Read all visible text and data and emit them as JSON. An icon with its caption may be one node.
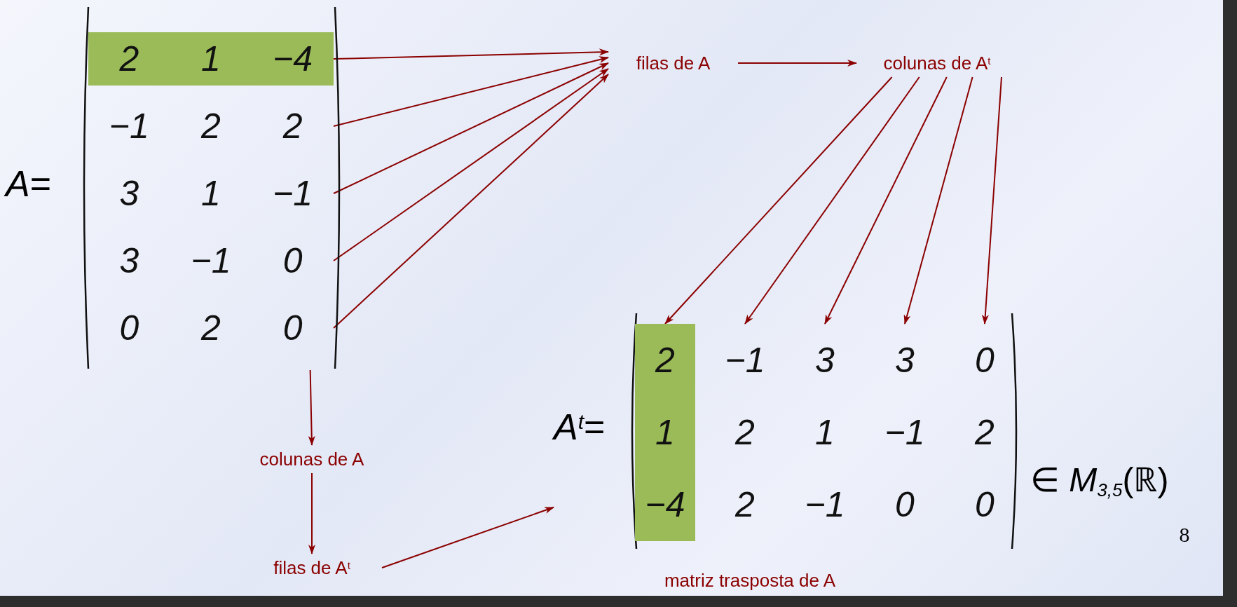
{
  "diagram": {
    "nodes": [
      {
        "text": [
          "*A*="
        ]
      },
      {
        "text": [
          "2",
          "1",
          "−4"
        ],
        "in": 0
      },
      {
        "text": [
          "−1",
          "2",
          "2"
        ],
        "in": 0
      },
      {
        "text": [
          "3",
          "1",
          "−1"
        ],
        "in": 0
      },
      {
        "text": [
          "3",
          "−1",
          "0"
        ],
        "in": 0
      },
      {
        "text": [
          "0",
          "2",
          "0"
        ],
        "in": 0
      },
      {
        "text": [
          "filas de A"
        ]
      },
      {
        "text": [
          "colunas de A$^{t}$"
        ]
      },
      {
        "text": [
          "*A*$^{t}$="
        ],
        "beside": [
          "∈ *M*$_{3,5}$(ℝ)",
          "matriz trasposta de A"
        ]
      },
      {
        "text": [
          "2",
          "1",
          "−4"
        ],
        "in": 8
      },
      {
        "text": [
          "−1",
          "2",
          "2"
        ],
        "in": 8
      },
      {
        "text": [
          "3",
          "1",
          "−1"
        ],
        "in": 8
      },
      {
        "text": [
          "3",
          "−1",
          "0"
        ],
        "in": 8
      },
      {
        "text": [
          "0",
          "2",
          "0"
        ],
        "in": 8
      },
      {
        "text": [
          "colunas de A"
        ]
      },
      {
        "text": [
          "filas de A$^{t}$"
        ]
      }
    ],
    "edges": [
      {
        "from": 1,
        "to": 6,
        "arrow": "to"
      },
      {
        "from": 2,
        "to": 6,
        "arrow": "to"
      },
      {
        "from": 3,
        "to": 6,
        "arrow": "to"
      },
      {
        "from": 4,
        "to": 6,
        "arrow": "to"
      },
      {
        "from": 5,
        "to": 6,
        "arrow": "to"
      },
      {
        "from": 6,
        "to": 7,
        "arrow": "to"
      },
      {
        "from": 7,
        "to": 9,
        "arrow": "to"
      },
      {
        "from": 7,
        "to": 10,
        "arrow": "to"
      },
      {
        "from": 7,
        "to": 11,
        "arrow": "to"
      },
      {
        "from": 7,
        "to": 12,
        "arrow": "to"
      },
      {
        "from": 7,
        "to": 13,
        "arrow": "to"
      },
      {
        "from": 0,
        "to": 14,
        "arrow": "to"
      },
      {
        "from": 14,
        "to": 15,
        "arrow": "to"
      },
      {
        "from": 15,
        "to": 8,
        "arrow": "to"
      }
    ],
    "labels": [
      "8"
    ]
  }
}
